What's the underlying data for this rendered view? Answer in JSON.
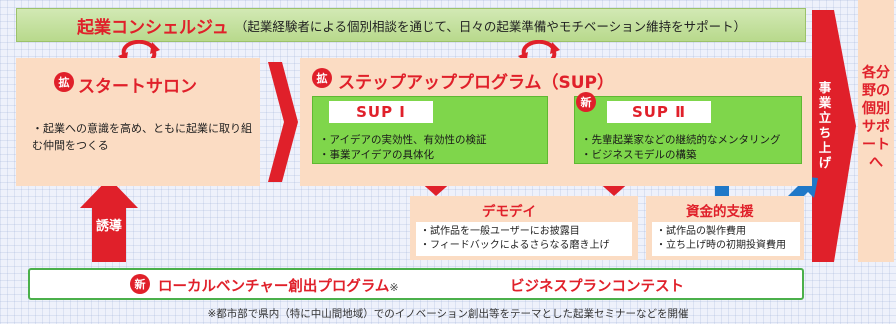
{
  "concierge": {
    "title": "起業コンシェルジュ",
    "description": "（起業経験者による個別相談を通じて、日々の起業準備やモチベーション維持をサポート）"
  },
  "start_salon": {
    "badge": "拡",
    "title": "スタートサロン",
    "body": "・起業への意識を高め、ともに起業に取り組む仲間をつくる"
  },
  "step_up": {
    "badge": "拡",
    "title": "ステップアッププログラム（SUP）",
    "sup1": {
      "title": "SUP Ⅰ",
      "lines": [
        "・アイデアの実効性、有効性の検証",
        "・事業アイデアの具体化"
      ]
    },
    "sup2": {
      "badge": "新",
      "title": "SUP Ⅱ",
      "lines": [
        "・先輩起業家などの継続的なメンタリング",
        "・ビジネスモデルの構築"
      ]
    }
  },
  "demo_day": {
    "title": "デモデイ",
    "lines": [
      "・試作品を一般ユーザーにお披露目",
      "・フィードバックによるさらなる磨き上げ"
    ]
  },
  "funding": {
    "title": "資金的支援",
    "lines": [
      "・試作品の製作費用",
      "・立ち上げ時の初期投資費用"
    ]
  },
  "induce": {
    "label": "誘導"
  },
  "launch": {
    "label": "事業立ち上げ"
  },
  "support": {
    "label": "各分野の個別サポートへ"
  },
  "local": {
    "badge": "新",
    "title": "ローカルベンチャー創出プログラム",
    "mark": "※",
    "contest": "ビジネスプランコンテスト"
  },
  "footnote": "※都市部で県内（特に中山間地域）でのイノベーション創出等をテーマとした起業セミナーなどを開催",
  "colors": {
    "accent_red": "#e0202a",
    "green": "#7fd64b",
    "peach": "#fbdcc3",
    "blue_arrow": "#1f78c8",
    "concierge_bar": "#c6e3a1"
  }
}
